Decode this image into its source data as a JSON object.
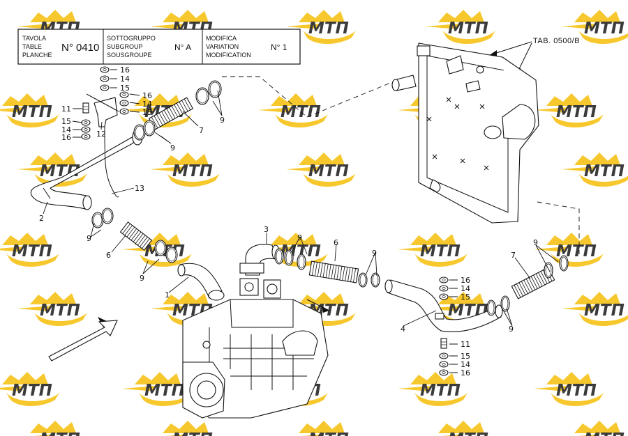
{
  "title_block": {
    "tavola": "TAVOLA",
    "table": "TABLE",
    "planche": "PLANCHE",
    "table_no": "N° 0410",
    "sottogruppo": "SOTTOGRUPPO",
    "subgroup": "SUBGROUP",
    "sousgroupe": "SOUSGROUPE",
    "subgroup_no": "N° A",
    "modifica": "MODIFICA",
    "variation": "VARIATION",
    "modification": "MODIFICATION",
    "modification_no": "N° 1"
  },
  "reference": "TAB. 0500/B",
  "watermark": "МТП",
  "colors": {
    "watermark_yellow": "#f7c41c",
    "watermark_text": "#2b2b2b",
    "line": "#111111"
  },
  "callouts": [
    {
      "id": "c16a",
      "label": "16"
    },
    {
      "id": "c14a",
      "label": "14"
    },
    {
      "id": "c15a",
      "label": "15"
    },
    {
      "id": "c16b",
      "label": "16"
    },
    {
      "id": "c14b",
      "label": "14"
    },
    {
      "id": "c15b",
      "label": "15"
    },
    {
      "id": "c11a",
      "label": "11"
    },
    {
      "id": "c15c",
      "label": "15"
    },
    {
      "id": "c14c",
      "label": "14"
    },
    {
      "id": "c16c",
      "label": "16"
    },
    {
      "id": "c12",
      "label": "12"
    },
    {
      "id": "c7a",
      "label": "7"
    },
    {
      "id": "c9a",
      "label": "9"
    },
    {
      "id": "c9b",
      "label": "9"
    },
    {
      "id": "c13",
      "label": "13"
    },
    {
      "id": "c2",
      "label": "2"
    },
    {
      "id": "c9c",
      "label": "9"
    },
    {
      "id": "c6a",
      "label": "6"
    },
    {
      "id": "c9d",
      "label": "9"
    },
    {
      "id": "c1",
      "label": "1"
    },
    {
      "id": "c3",
      "label": "3"
    },
    {
      "id": "c9e",
      "label": "9"
    },
    {
      "id": "c6b",
      "label": "6"
    },
    {
      "id": "c9f",
      "label": "9"
    },
    {
      "id": "c4",
      "label": "4"
    },
    {
      "id": "c16d",
      "label": "16"
    },
    {
      "id": "c14d",
      "label": "14"
    },
    {
      "id": "c15d",
      "label": "15"
    },
    {
      "id": "c11b",
      "label": "11"
    },
    {
      "id": "c15e",
      "label": "15"
    },
    {
      "id": "c14e",
      "label": "14"
    },
    {
      "id": "c16e",
      "label": "16"
    },
    {
      "id": "c7b",
      "label": "7"
    },
    {
      "id": "c9g",
      "label": "9"
    },
    {
      "id": "c9h",
      "label": "9"
    }
  ]
}
